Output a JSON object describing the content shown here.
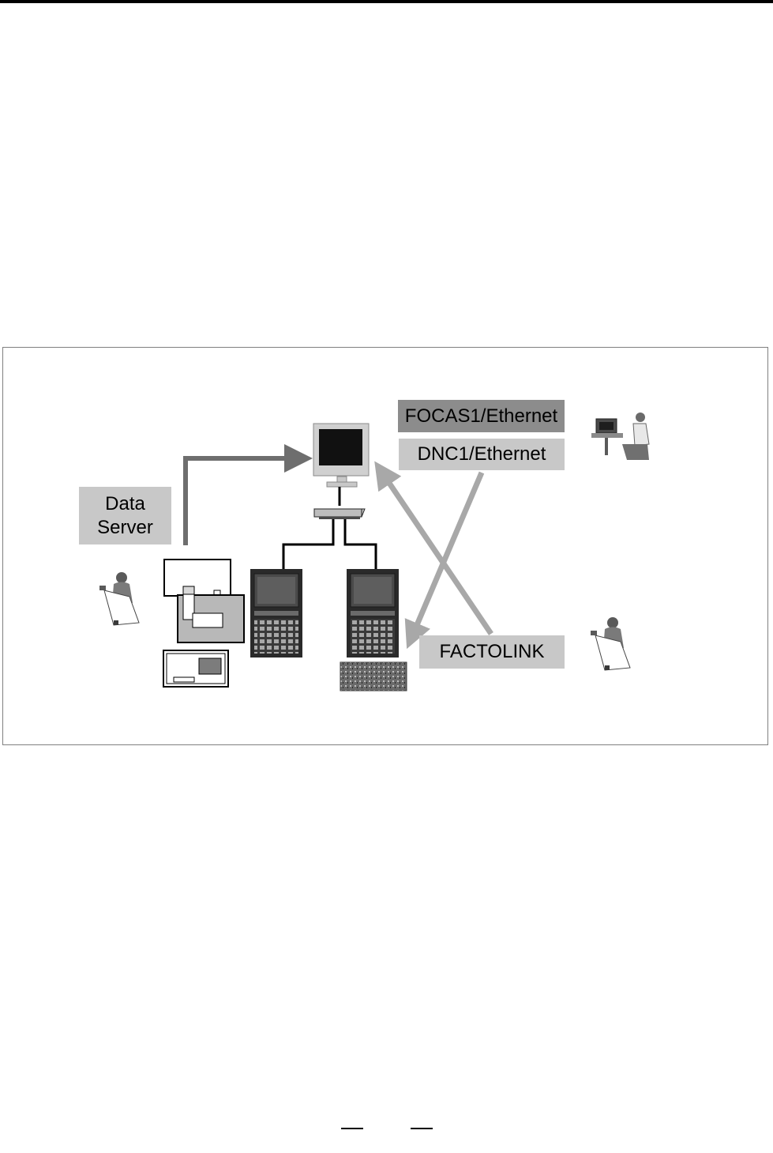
{
  "diagram": {
    "labels": {
      "data_server_line1": "Data",
      "data_server_line2": "Server",
      "focas": "FOCAS1/Ethernet",
      "dnc": "DNC1/Ethernet",
      "factolink": "FACTOLINK"
    },
    "colors": {
      "label_box_light": "#c8c8c8",
      "label_box_dark": "#8c8c8c",
      "arrow_dark": "#6e6e6e",
      "arrow_light": "#a8a8a8",
      "cable": "#000000",
      "frame_border": "#808080"
    },
    "icons": [
      "pc-monitor-icon",
      "ethernet-hub-icon",
      "cnc-unit-icon",
      "data-server-board-icon",
      "circuit-board-icon",
      "operator-with-document-icon",
      "operator-at-computer-icon"
    ]
  }
}
